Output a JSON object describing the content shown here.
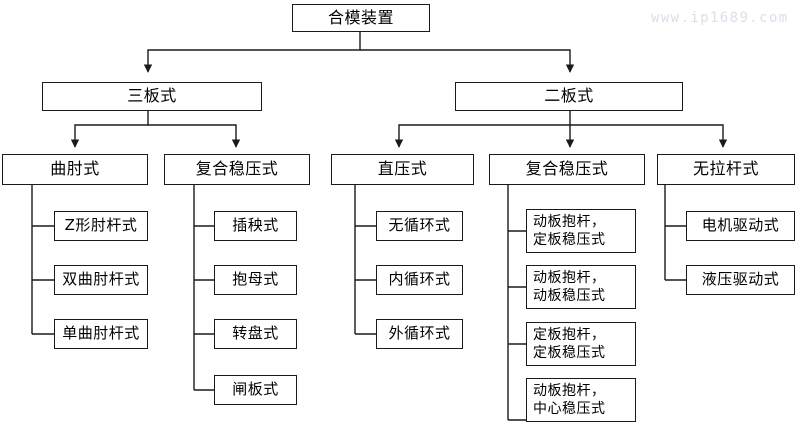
{
  "diagram": {
    "title": "合模装置",
    "watermark": "www.ip1689.com",
    "accent_color": "#1a1a1a",
    "background_color": "#ffffff",
    "watermark_color": "#dcdee9",
    "nodes": {
      "root": "合模装置",
      "level1": {
        "three_platen": "三板式",
        "two_platen": "二板式"
      },
      "level2": {
        "toggle": "曲肘式",
        "compound_pressure_a": "复合稳压式",
        "direct_pressure": "直压式",
        "compound_pressure_b": "复合稳压式",
        "tiebarless": "无拉杆式"
      },
      "leaves": {
        "toggle": [
          "Z形肘杆式",
          "双曲肘杆式",
          "单曲肘杆式"
        ],
        "compound_pressure_a": [
          "插秧式",
          "抱母式",
          "转盘式",
          "闸板式"
        ],
        "direct_pressure": [
          "无循环式",
          "内循环式",
          "外循环式"
        ],
        "compound_pressure_b": [
          "动板抱杆，\n定板稳压式",
          "动板抱杆，\n动板稳压式",
          "定板抱杆，\n定板稳压式",
          "动板抱杆，\n中心稳压式"
        ],
        "tiebarless": [
          "电机驱动式",
          "液压驱动式"
        ]
      }
    }
  }
}
